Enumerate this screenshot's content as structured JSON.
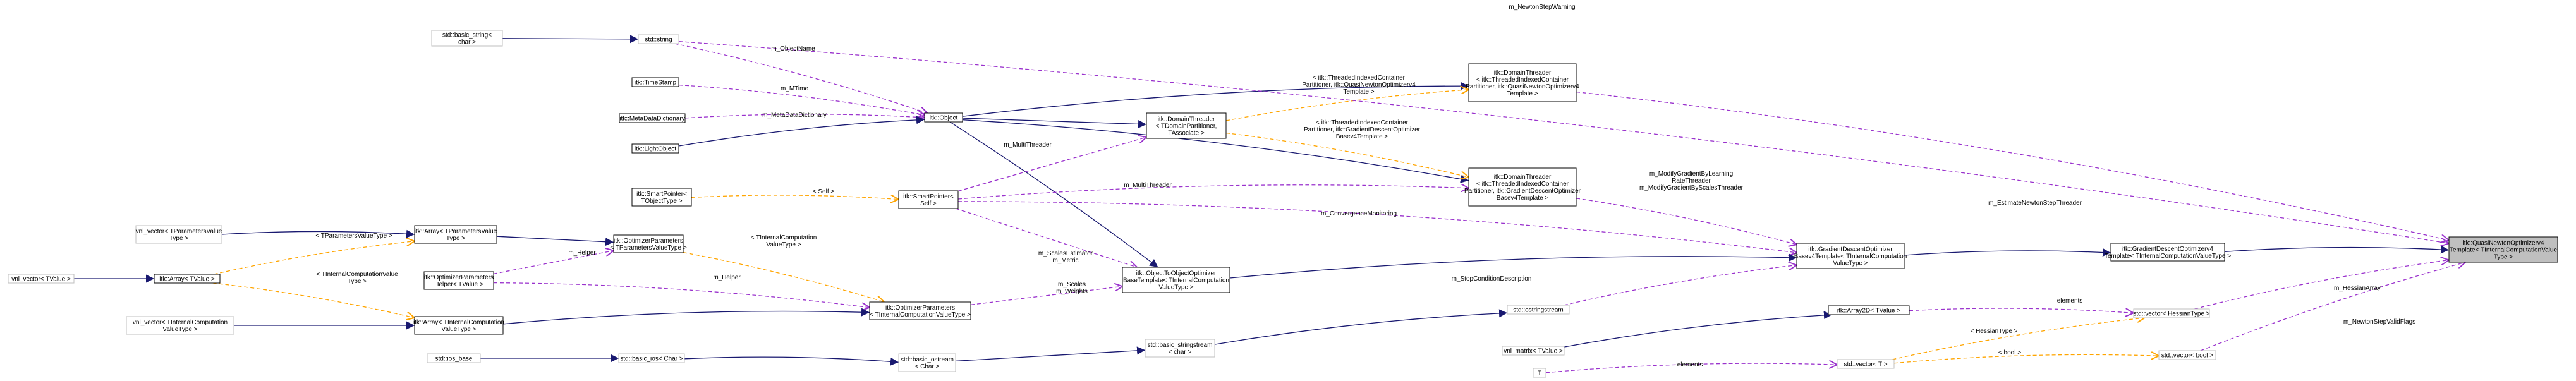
{
  "nodes": [
    {
      "id": "basic_string",
      "lines": [
        "std::basic_string<",
        "char >"
      ],
      "grey": true
    },
    {
      "id": "string",
      "lines": [
        "std::string"
      ],
      "grey": true
    },
    {
      "id": "TimeStamp",
      "lines": [
        "itk::TimeStamp"
      ]
    },
    {
      "id": "MetaDataDictionary",
      "lines": [
        "itk::MetaDataDictionary"
      ]
    },
    {
      "id": "LightObject",
      "lines": [
        "itk::LightObject"
      ]
    },
    {
      "id": "Object",
      "lines": [
        "itk::Object"
      ]
    },
    {
      "id": "DomainThreaderTop",
      "lines": [
        "itk::DomainThreader",
        "< itk::ThreadedIndexedContainer",
        "Partitioner, itk::QuasiNewtonOptimizerv4",
        "Template >"
      ]
    },
    {
      "id": "DomainThreaderMid",
      "lines": [
        "itk::DomainThreader",
        "< TDomainPartitioner,",
        "TAssociate >"
      ]
    },
    {
      "id": "DomainThreaderGD",
      "lines": [
        "itk::DomainThreader",
        "< itk::ThreadedIndexedContainer",
        "Partitioner, itk::GradientDescentOptimizer",
        "Basev4Template >"
      ]
    },
    {
      "id": "SmartPointerTObj",
      "lines": [
        "itk::SmartPointer<",
        "TObjectType >"
      ]
    },
    {
      "id": "SmartPointerSelf",
      "lines": [
        "itk::SmartPointer<",
        "Self >"
      ]
    },
    {
      "id": "vnl_vector_TParam",
      "lines": [
        "vnl_vector< TParametersValue",
        "Type >"
      ],
      "grey": true
    },
    {
      "id": "ArrayTParam",
      "lines": [
        "itk::Array< TParametersValue",
        "Type >"
      ]
    },
    {
      "id": "OptParamsTParam",
      "lines": [
        "itk::OptimizerParameters",
        "< TParametersValueType >"
      ]
    },
    {
      "id": "vnl_vector_TValue",
      "lines": [
        "vnl_vector< TValue >"
      ],
      "grey": true
    },
    {
      "id": "ArrayTValue",
      "lines": [
        "itk::Array< TValue >"
      ]
    },
    {
      "id": "OptParamsHelper",
      "lines": [
        "itk::OptimizerParameters",
        "Helper< TValue >"
      ]
    },
    {
      "id": "vnl_vector_TInternal",
      "lines": [
        "vnl_vector< TInternalComputation",
        "ValueType >"
      ],
      "grey": true
    },
    {
      "id": "ArrayTInternal",
      "lines": [
        "itk::Array< TInternalComputation",
        "ValueType >"
      ]
    },
    {
      "id": "OptParamsTInternal",
      "lines": [
        "itk::OptimizerParameters",
        "< TInternalComputationValueType >"
      ]
    },
    {
      "id": "ObjectToObjectOpt",
      "lines": [
        "itk::ObjectToObjectOptimizer",
        "BaseTemplate< TInternalComputation",
        "ValueType >"
      ]
    },
    {
      "id": "ios_base",
      "lines": [
        "std::ios_base"
      ],
      "grey": true
    },
    {
      "id": "basic_ios",
      "lines": [
        "std::basic_ios< Char >"
      ],
      "grey": true
    },
    {
      "id": "basic_ostream",
      "lines": [
        "std::basic_ostream",
        "< Char >"
      ],
      "grey": true
    },
    {
      "id": "basic_stringstream",
      "lines": [
        "std::basic_stringstream",
        "< char >"
      ],
      "grey": true
    },
    {
      "id": "ostringstream",
      "lines": [
        "std::ostringstream"
      ],
      "grey": true
    },
    {
      "id": "GDOBase",
      "lines": [
        "itk::GradientDescentOptimizer",
        "Basev4Template< TInternalComputation",
        "ValueType >"
      ]
    },
    {
      "id": "GDOv4",
      "lines": [
        "itk::GradientDescentOptimizerv4",
        "Template< TInternalComputationValueType >"
      ]
    },
    {
      "id": "QuasiNewton",
      "lines": [
        "itk::QuasiNewtonOptimizerv4",
        "Template< TInternalComputationValue",
        "Type >"
      ],
      "focus": true
    },
    {
      "id": "Array2D",
      "lines": [
        "itk::Array2D< TValue >"
      ]
    },
    {
      "id": "vnl_matrix",
      "lines": [
        "vnl_matrix< TValue >"
      ],
      "grey": true
    },
    {
      "id": "T",
      "lines": [
        "T"
      ],
      "grey": true
    },
    {
      "id": "vectorT",
      "lines": [
        "std::vector< T >"
      ],
      "grey": true
    },
    {
      "id": "vectorHessian",
      "lines": [
        "std::vector< HessianType >"
      ],
      "grey": true
    },
    {
      "id": "vectorBool",
      "lines": [
        "std::vector< bool >"
      ],
      "grey": true
    }
  ],
  "edge_labels": [
    {
      "id": "lbl_NewtonStepWarning",
      "lines": [
        "m_NewtonStepWarning"
      ]
    },
    {
      "id": "lbl_ObjectName",
      "lines": [
        "m_ObjectName"
      ]
    },
    {
      "id": "lbl_MTime",
      "lines": [
        "m_MTime"
      ]
    },
    {
      "id": "lbl_MetaDataDictionary",
      "lines": [
        "m_MetaDataDictionary"
      ]
    },
    {
      "id": "lbl_DT_top",
      "lines": [
        "< itk::ThreadedIndexedContainer",
        "Partitioner, itk::QuasiNewtonOptimizerv4",
        "Template >"
      ]
    },
    {
      "id": "lbl_DT_gd",
      "lines": [
        "< itk::ThreadedIndexedContainer",
        "Partitioner, itk::GradientDescentOptimizer",
        "Basev4Template >"
      ]
    },
    {
      "id": "lbl_MultiThreader1",
      "lines": [
        "m_MultiThreader"
      ]
    },
    {
      "id": "lbl_MultiThreader2",
      "lines": [
        "m_MultiThreader"
      ]
    },
    {
      "id": "lbl_Self",
      "lines": [
        "< Self >"
      ]
    },
    {
      "id": "lbl_EstimateNewtonStepThreader",
      "lines": [
        "m_EstimateNewtonStepThreader"
      ]
    },
    {
      "id": "lbl_ModifyGradient",
      "lines": [
        "m_ModifyGradientByLearning",
        "RateThreader",
        "m_ModifyGradientByScalesThreader"
      ]
    },
    {
      "id": "lbl_ConvergenceMonitoring",
      "lines": [
        "m_ConvergenceMonitoring"
      ]
    },
    {
      "id": "lbl_TParamValueType",
      "lines": [
        "< TParametersValueType >"
      ]
    },
    {
      "id": "lbl_TInternal1",
      "lines": [
        "< TInternalComputation",
        "ValueType >"
      ]
    },
    {
      "id": "lbl_TInternal2",
      "lines": [
        "< TInternalComputationValue",
        "Type >"
      ]
    },
    {
      "id": "lbl_Helper1",
      "lines": [
        "m_Helper"
      ]
    },
    {
      "id": "lbl_Helper2",
      "lines": [
        "m_Helper"
      ]
    },
    {
      "id": "lbl_Scales",
      "lines": [
        "m_ScalesEstimator",
        "m_Metric"
      ]
    },
    {
      "id": "lbl_Scales2",
      "lines": [
        "m_Scales",
        "m_Weights"
      ]
    },
    {
      "id": "lbl_StopCondition",
      "lines": [
        "m_StopConditionDescription"
      ]
    },
    {
      "id": "lbl_HessianArray",
      "lines": [
        "m_HessianArray"
      ]
    },
    {
      "id": "lbl_NewtonStepValidFlags",
      "lines": [
        "m_NewtonStepValidFlags"
      ]
    },
    {
      "id": "lbl_elements1",
      "lines": [
        "elements"
      ]
    },
    {
      "id": "lbl_HessianType",
      "lines": [
        "< HessianType >"
      ]
    },
    {
      "id": "lbl_bool",
      "lines": [
        "< bool >"
      ]
    },
    {
      "id": "lbl_elements2",
      "lines": [
        "elements"
      ]
    }
  ],
  "colors": {
    "inheritance": "#191970",
    "member": "#9a32cd",
    "template": "#ffa500",
    "focus_fill": "#bfbfbf",
    "external_border": "#bfbfbf"
  }
}
